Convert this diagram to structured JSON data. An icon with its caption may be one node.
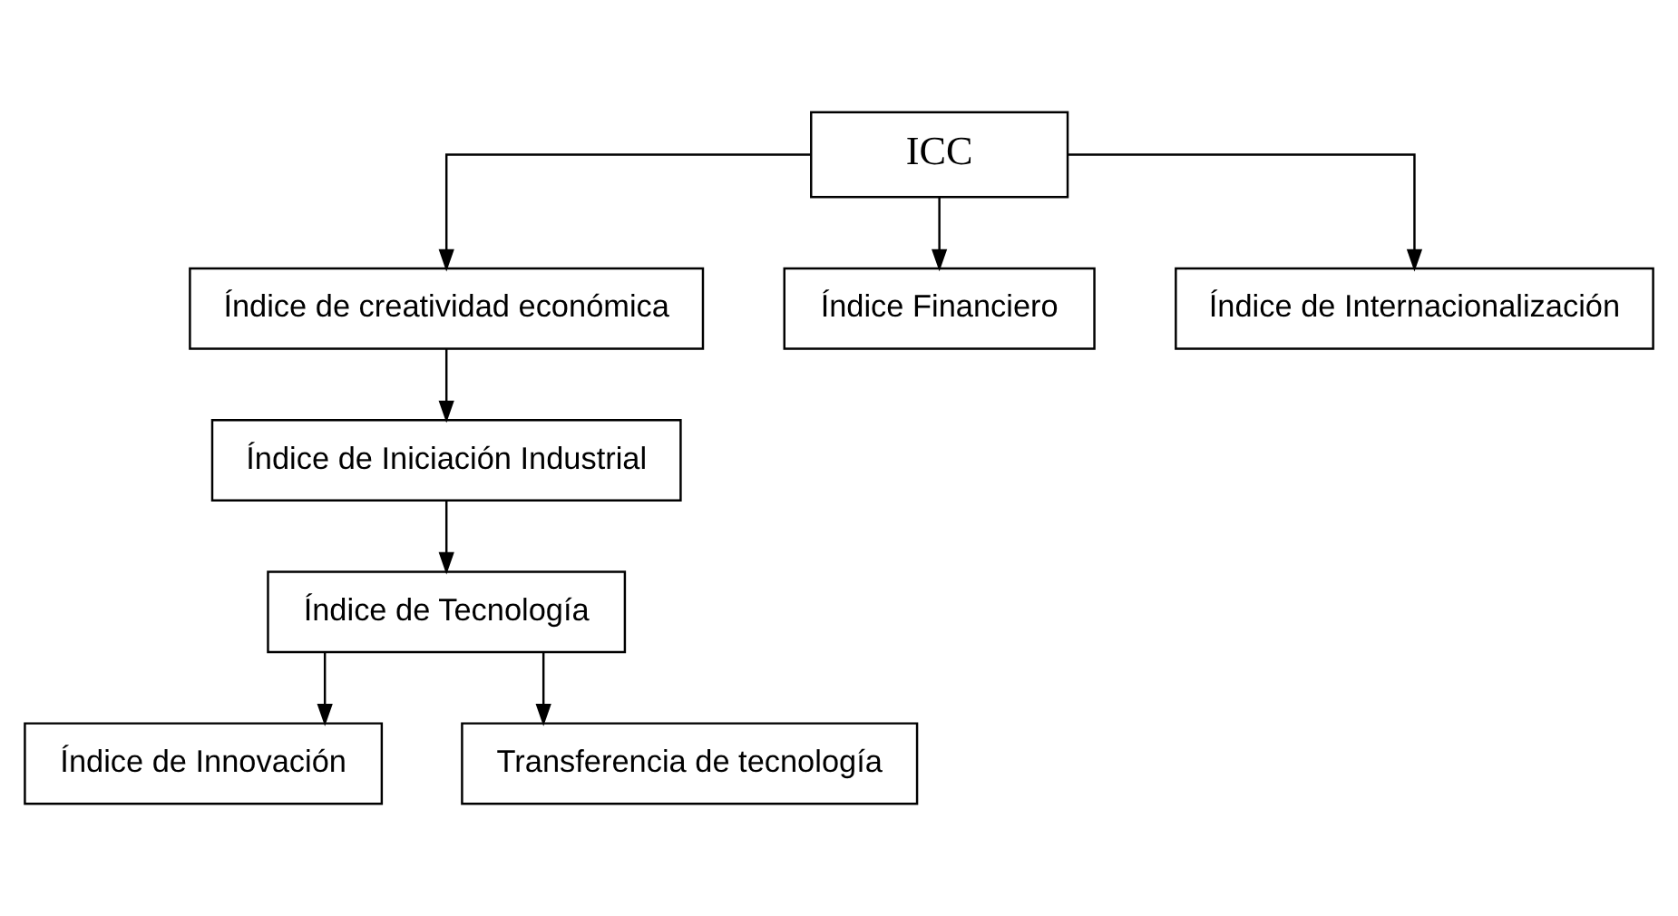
{
  "diagram": {
    "nodes": [
      {
        "text": [
          "ICC"
        ]
      },
      {
        "text": [
          "Índice de creatividad económica"
        ]
      },
      {
        "text": [
          "Índice Financiero"
        ]
      },
      {
        "text": [
          "Índice de Internacionalización"
        ]
      },
      {
        "text": [
          "Índice de Iniciación Industrial"
        ]
      },
      {
        "text": [
          "Índice de Tecnología"
        ]
      },
      {
        "text": [
          "Índice de Innovación"
        ]
      },
      {
        "text": [
          "Transferencia de tecnología"
        ]
      }
    ],
    "edges": [
      {
        "from": 0,
        "to": 1,
        "arrow": "to"
      },
      {
        "from": 0,
        "to": 2,
        "arrow": "to"
      },
      {
        "from": 0,
        "to": 3,
        "arrow": "to"
      },
      {
        "from": 1,
        "to": 4,
        "arrow": "to"
      },
      {
        "from": 4,
        "to": 5,
        "arrow": "to"
      },
      {
        "from": 5,
        "to": 6,
        "arrow": "to"
      },
      {
        "from": 5,
        "to": 7,
        "arrow": "to"
      }
    ]
  }
}
